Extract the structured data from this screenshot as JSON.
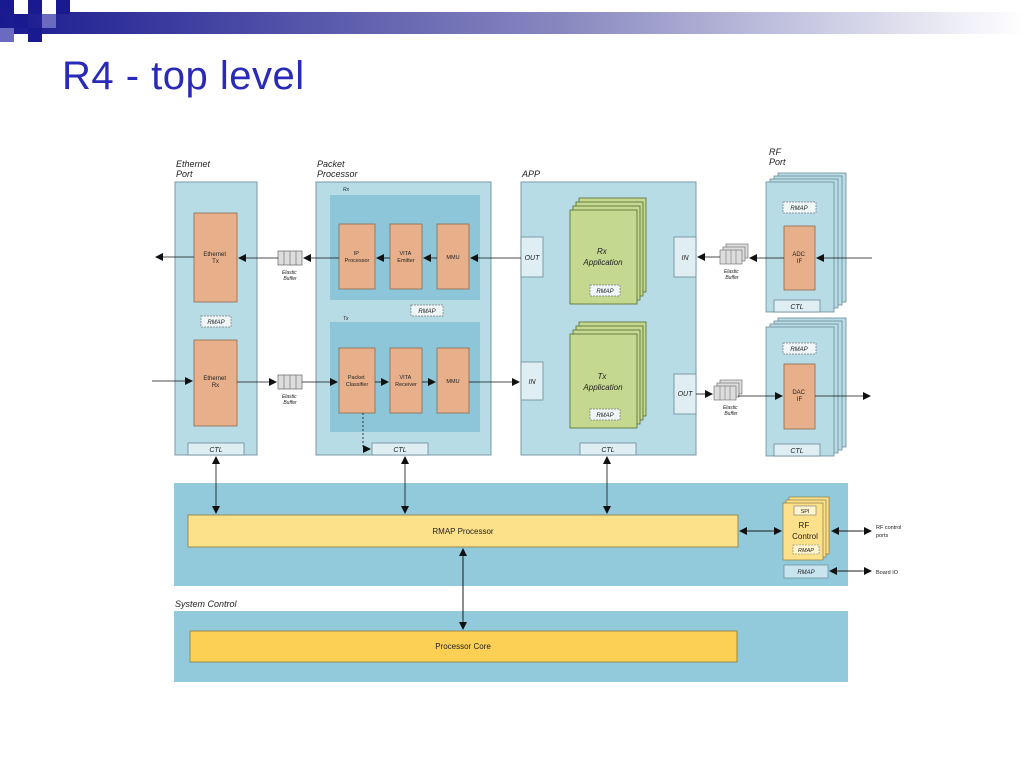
{
  "slide": {
    "title": "R4 - top level"
  },
  "labels": {
    "ethernet_port": [
      "Ethernet",
      "Port"
    ],
    "packet_processor": [
      "Packet",
      "Processor"
    ],
    "app": "APP",
    "rf_port": [
      "RF",
      "Port"
    ],
    "system_control": "System Control"
  },
  "ethernet": {
    "tx": [
      "Ethernet",
      "Tx"
    ],
    "rx": [
      "Ethernet",
      "Rx"
    ],
    "rmap": "RMAP",
    "ctl": "CTL"
  },
  "elastic_buffer": [
    "Elastic",
    "Buffer"
  ],
  "packet": {
    "rx_label": "Rx",
    "tx_label": "Tx",
    "ip_processor": [
      "IP",
      "Processor"
    ],
    "vita_emitter": [
      "VITA",
      "Emitter"
    ],
    "mmu": "MMU",
    "rmap": "RMAP",
    "packet_classifier": [
      "Packet",
      "Classifier"
    ],
    "vita_receiver": [
      "VITA",
      "Receiver"
    ],
    "ctl": "CTL"
  },
  "app": {
    "out": "OUT",
    "in": "IN",
    "rx_application": [
      "Rx",
      "Application"
    ],
    "tx_application": [
      "Tx",
      "Application"
    ],
    "rmap": "RMAP",
    "ctl": "CTL"
  },
  "rf": {
    "rmap": "RMAP",
    "adc_if": [
      "ADC",
      "IF"
    ],
    "dac_if": [
      "DAC",
      "IF"
    ],
    "ctl": "CTL"
  },
  "system": {
    "rmap_processor": "RMAP Processor",
    "spi": "SPI",
    "rf_control": [
      "RF",
      "Control"
    ],
    "rmap": "RMAP",
    "rf_control_ports": [
      "RF control",
      "ports"
    ],
    "board_io": "Board IO",
    "processor_core": "Processor Core"
  },
  "colors": {
    "panel": "#b8dce6",
    "inner_panel": "#8cc6d8",
    "orange_block": "#e8b08a",
    "green_block": "#c4d890",
    "yellow_block": "#fde08a",
    "title": "#2a2ab8"
  }
}
